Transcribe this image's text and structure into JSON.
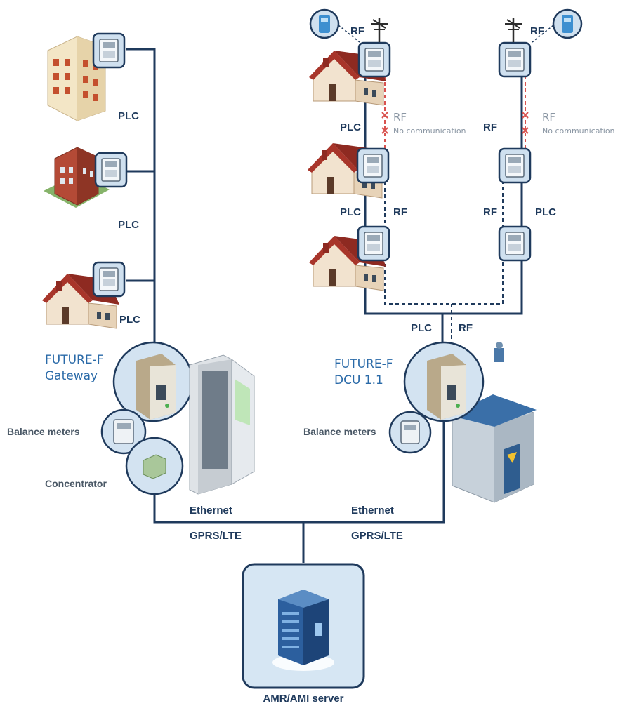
{
  "labels": {
    "plc": "PLC",
    "rf": "RF",
    "no_communication": "No communication",
    "gateway_line1": "FUTURE-F",
    "gateway_line2": "Gateway",
    "dcu_line1": "FUTURE-F",
    "dcu_line2": "DCU 1.1",
    "balance_meters": "Balance meters",
    "concentrator": "Concentrator",
    "ethernet": "Ethernet",
    "gprs_lte": "GPRS/LTE",
    "server": "AMR/AMI server"
  },
  "colors": {
    "line": "#1f3a5c",
    "badge_fill": "#cfe0ef",
    "badge_stroke": "#1f3a5c",
    "roof": "#a8352a",
    "wall": "#f2e3cf",
    "cross": "#d9534f",
    "server_bg": "#d6e6f3",
    "server": "#2c5f9e"
  }
}
